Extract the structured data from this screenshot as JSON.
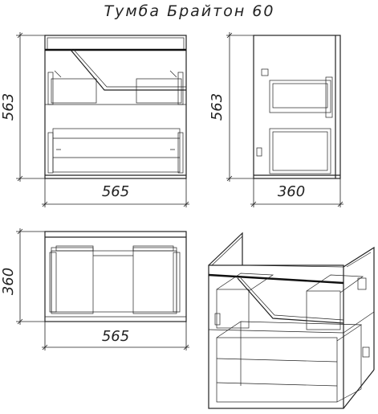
{
  "title": "Тумба Брайтон 60",
  "front_view": {
    "width_label": "565",
    "height_label": "563"
  },
  "side_view": {
    "depth_label": "360",
    "height_label": "563"
  },
  "top_view": {
    "width_label": "565",
    "depth_label": "360"
  },
  "iso_view": {}
}
